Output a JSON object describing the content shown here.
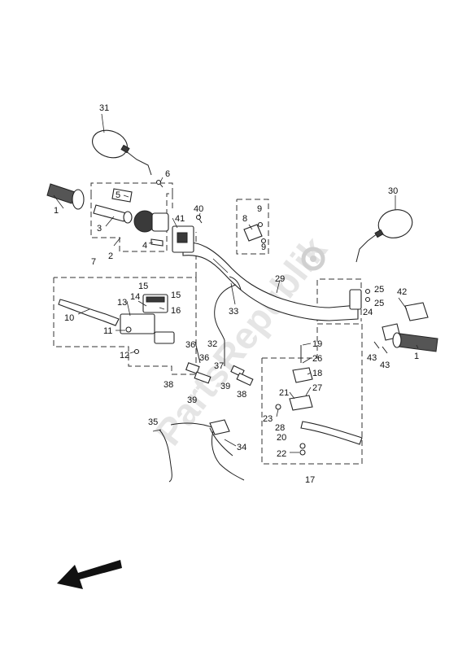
{
  "diagram": {
    "watermark": "PartsRepublik",
    "labels": {
      "l1a": "1",
      "l1b": "1",
      "l2": "2",
      "l3": "3",
      "l4": "4",
      "l5": "5",
      "l6": "6",
      "l7": "7",
      "l8": "8",
      "l9a": "9",
      "l9b": "9",
      "l10": "10",
      "l11": "11",
      "l12": "12",
      "l13": "13",
      "l14": "14",
      "l15a": "15",
      "l15b": "15",
      "l16": "16",
      "l17": "17",
      "l18": "18",
      "l19": "19",
      "l20": "20",
      "l21": "21",
      "l22": "22",
      "l23": "23",
      "l24": "24",
      "l25a": "25",
      "l25b": "25",
      "l26": "26",
      "l27": "27",
      "l28": "28",
      "l29": "29",
      "l30": "30",
      "l31": "31",
      "l32": "32",
      "l33": "33",
      "l34": "34",
      "l35": "35",
      "l36a": "36",
      "l36b": "36",
      "l37": "37",
      "l38a": "38",
      "l38b": "38",
      "l39a": "39",
      "l39b": "39",
      "l40": "40",
      "l41": "41",
      "l42": "42",
      "l43a": "43",
      "l43b": "43"
    },
    "icons": {
      "direction_arrow": "front-direction-arrow-icon",
      "watermark_gear": "gear-icon"
    }
  }
}
